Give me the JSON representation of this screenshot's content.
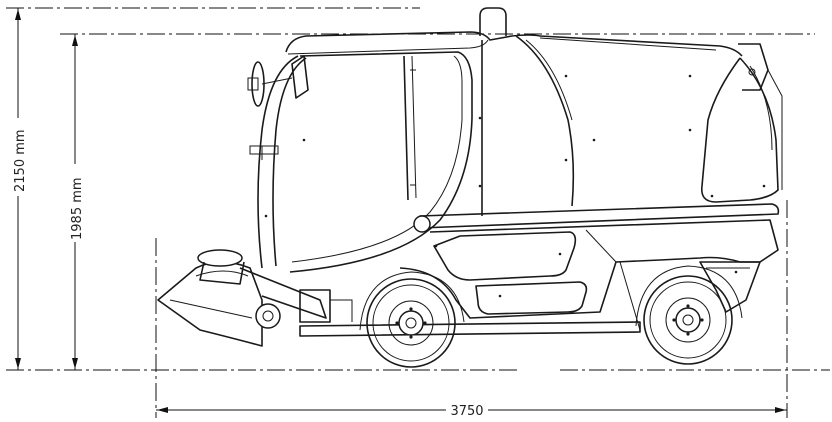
{
  "drawing": {
    "subject": "Compact road sweeper — side elevation",
    "dimensions": {
      "overall_height": "2150 mm",
      "cab_height": "1985 mm",
      "overall_length": "3750"
    }
  },
  "colors": {
    "line": "#1a1a1a",
    "background": "#ffffff"
  }
}
